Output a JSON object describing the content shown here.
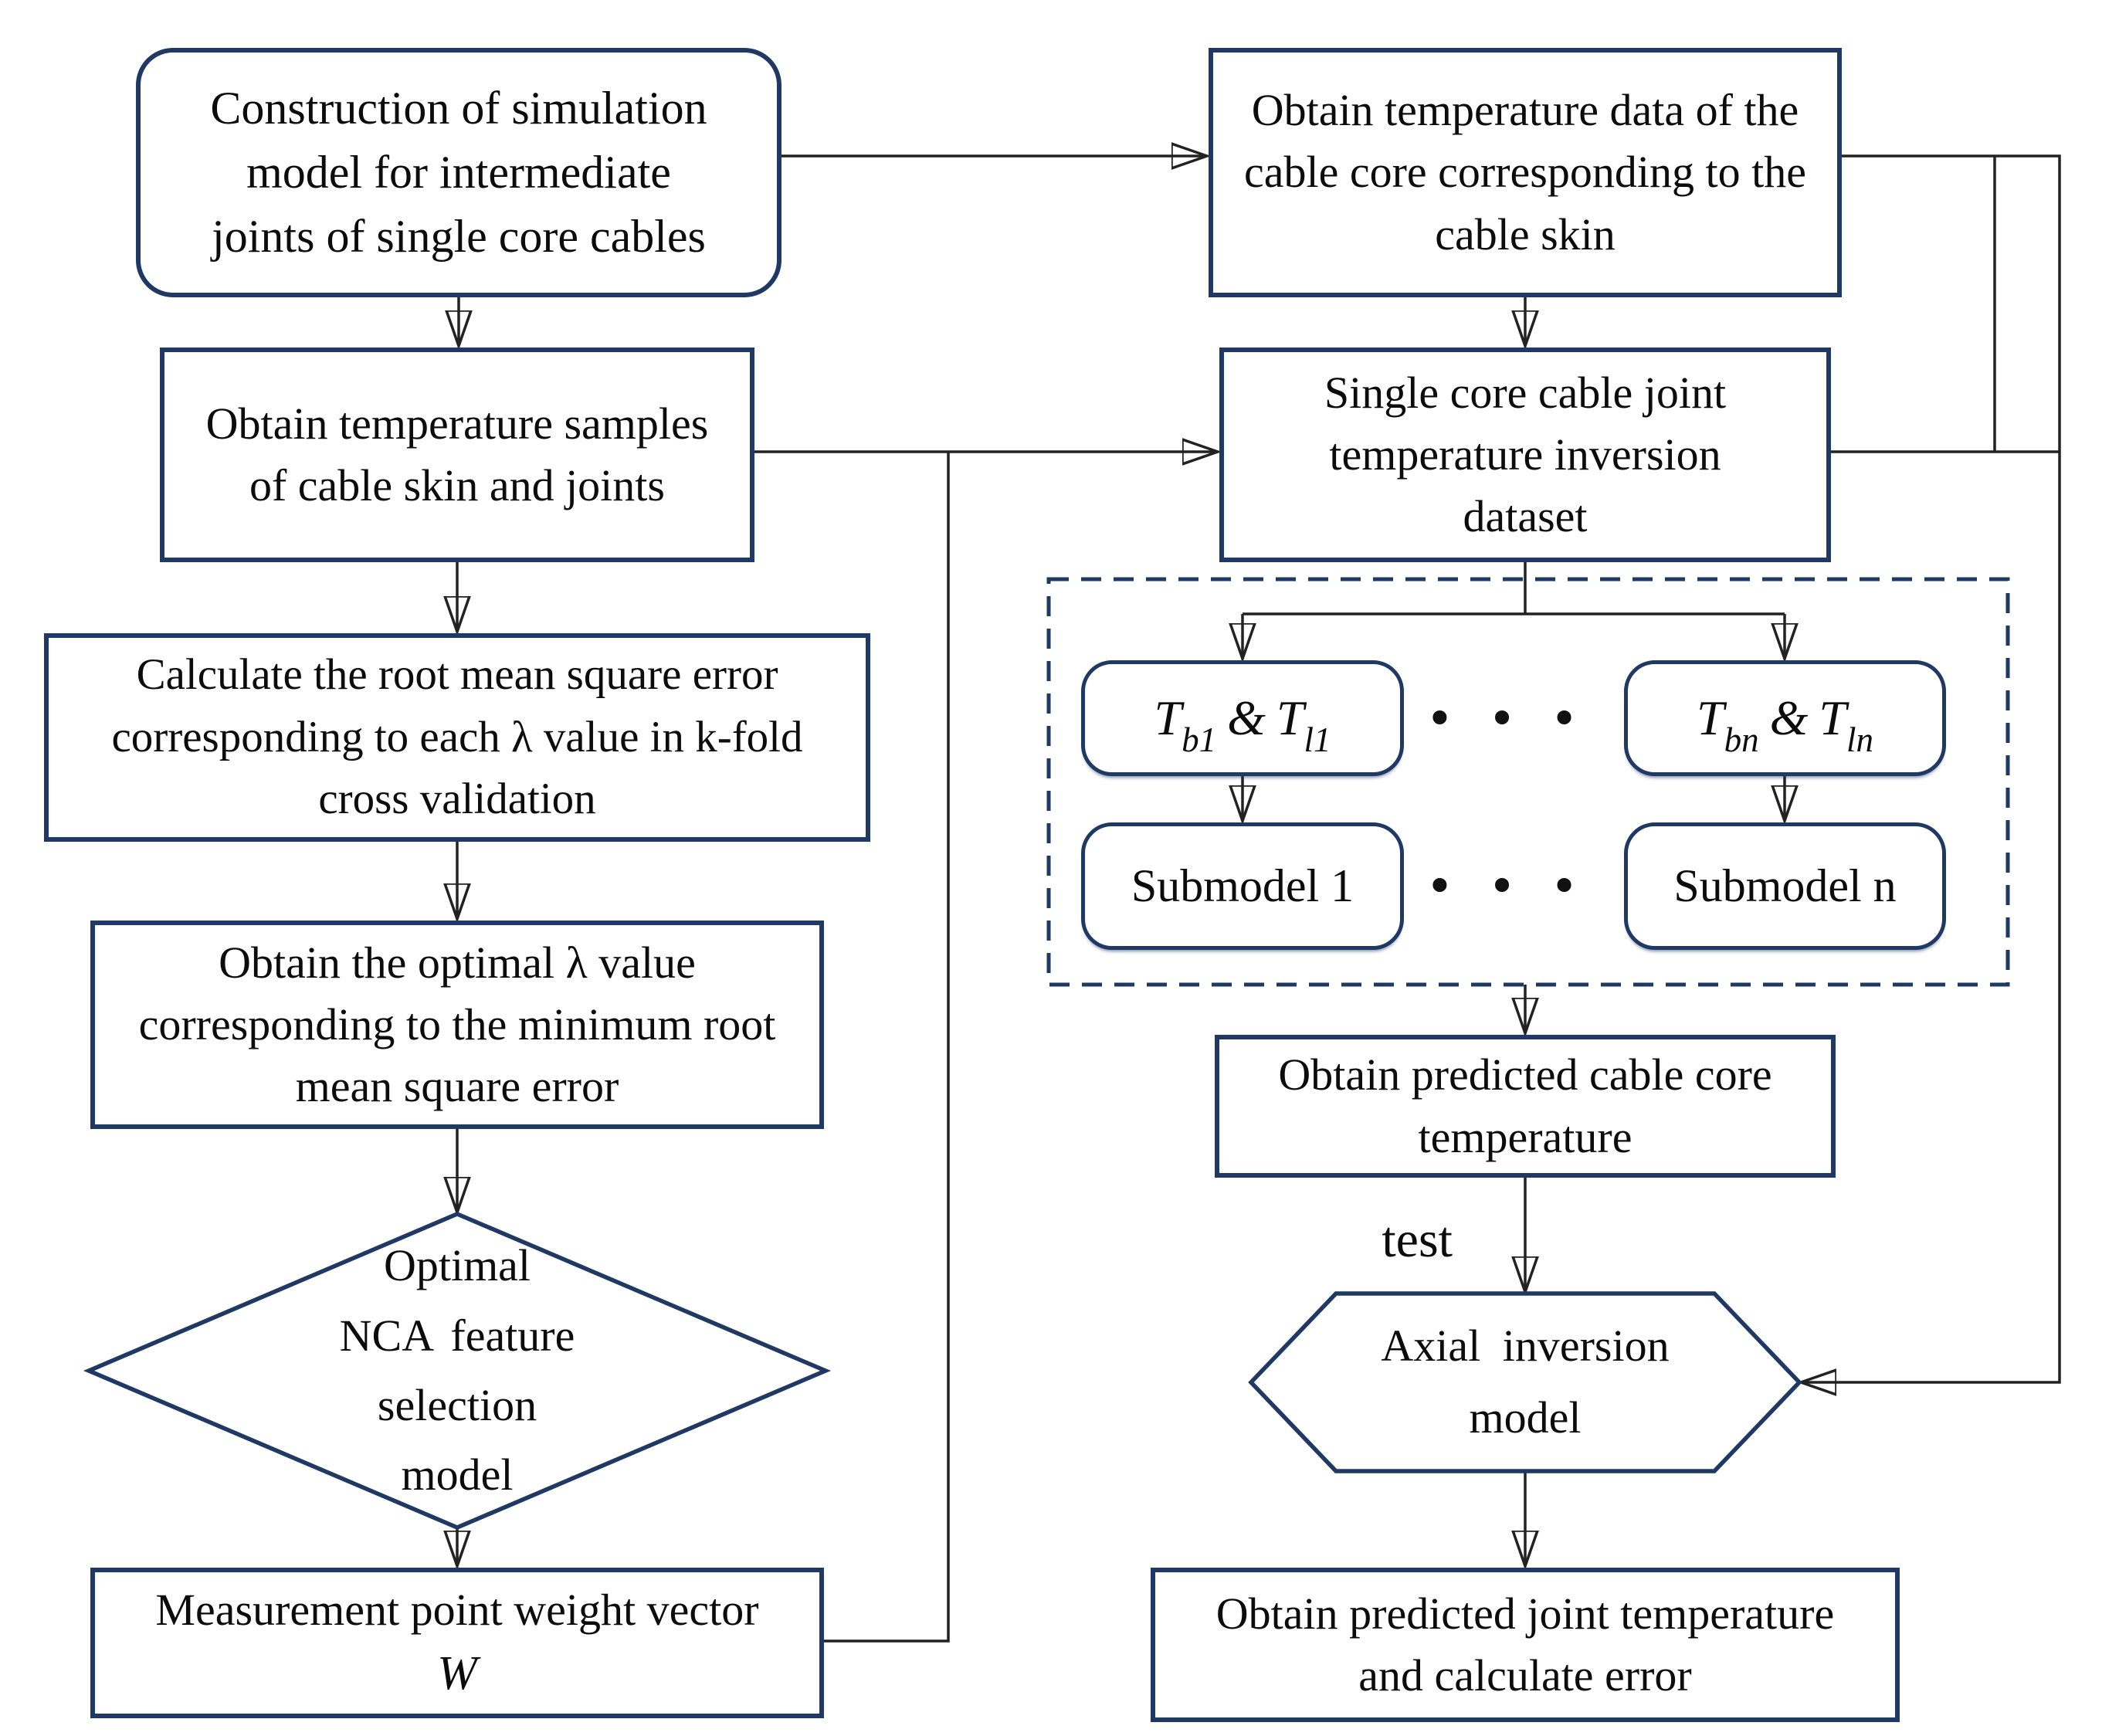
{
  "title": "Single core cable joint temperature inversion flowchart",
  "colors": {
    "box_border": "#1f3864",
    "wire": "#222222",
    "dashed_border": "#1f3864",
    "text": "#0c0c0c",
    "background": "#ffffff"
  },
  "nodes": {
    "construction": {
      "label": "Construction of simulation model for intermediate joints of single core cables"
    },
    "obtain_core_data": {
      "label": "Obtain temperature data of the cable core corresponding to the cable skin"
    },
    "obtain_samples": {
      "label": "Obtain temperature samples of cable skin and joints"
    },
    "dataset": {
      "label": "Single core cable joint temperature inversion dataset"
    },
    "calc_rmse": {
      "label": "Calculate the root mean square error corresponding to each λ value in k-fold cross validation"
    },
    "optimal_lambda": {
      "label": "Obtain the optimal λ value corresponding to the minimum root mean square error"
    },
    "nca_diamond": {
      "lines": [
        "Optimal",
        "NCA feature",
        "selection",
        "model"
      ]
    },
    "weight_vector": {
      "line1": "Measurement point weight vector",
      "line2": "W"
    },
    "t_first": {
      "base1": "T",
      "sub1": "b1",
      "joiner": "&",
      "base2": "T",
      "sub2": "l1"
    },
    "t_last": {
      "base1": "T",
      "sub1": "bn",
      "joiner": "&",
      "base2": "T",
      "sub2": "ln"
    },
    "submodel_first": {
      "label": "Submodel 1"
    },
    "submodel_last": {
      "label": "Submodel n"
    },
    "ellipsis": "•••",
    "predicted_core": {
      "label": "Obtain predicted cable core temperature"
    },
    "test_label": "test",
    "axial_model": {
      "lines": [
        "Axial inversion",
        "model"
      ]
    },
    "predicted_joint": {
      "label": "Obtain predicted joint temperature and calculate error"
    }
  }
}
